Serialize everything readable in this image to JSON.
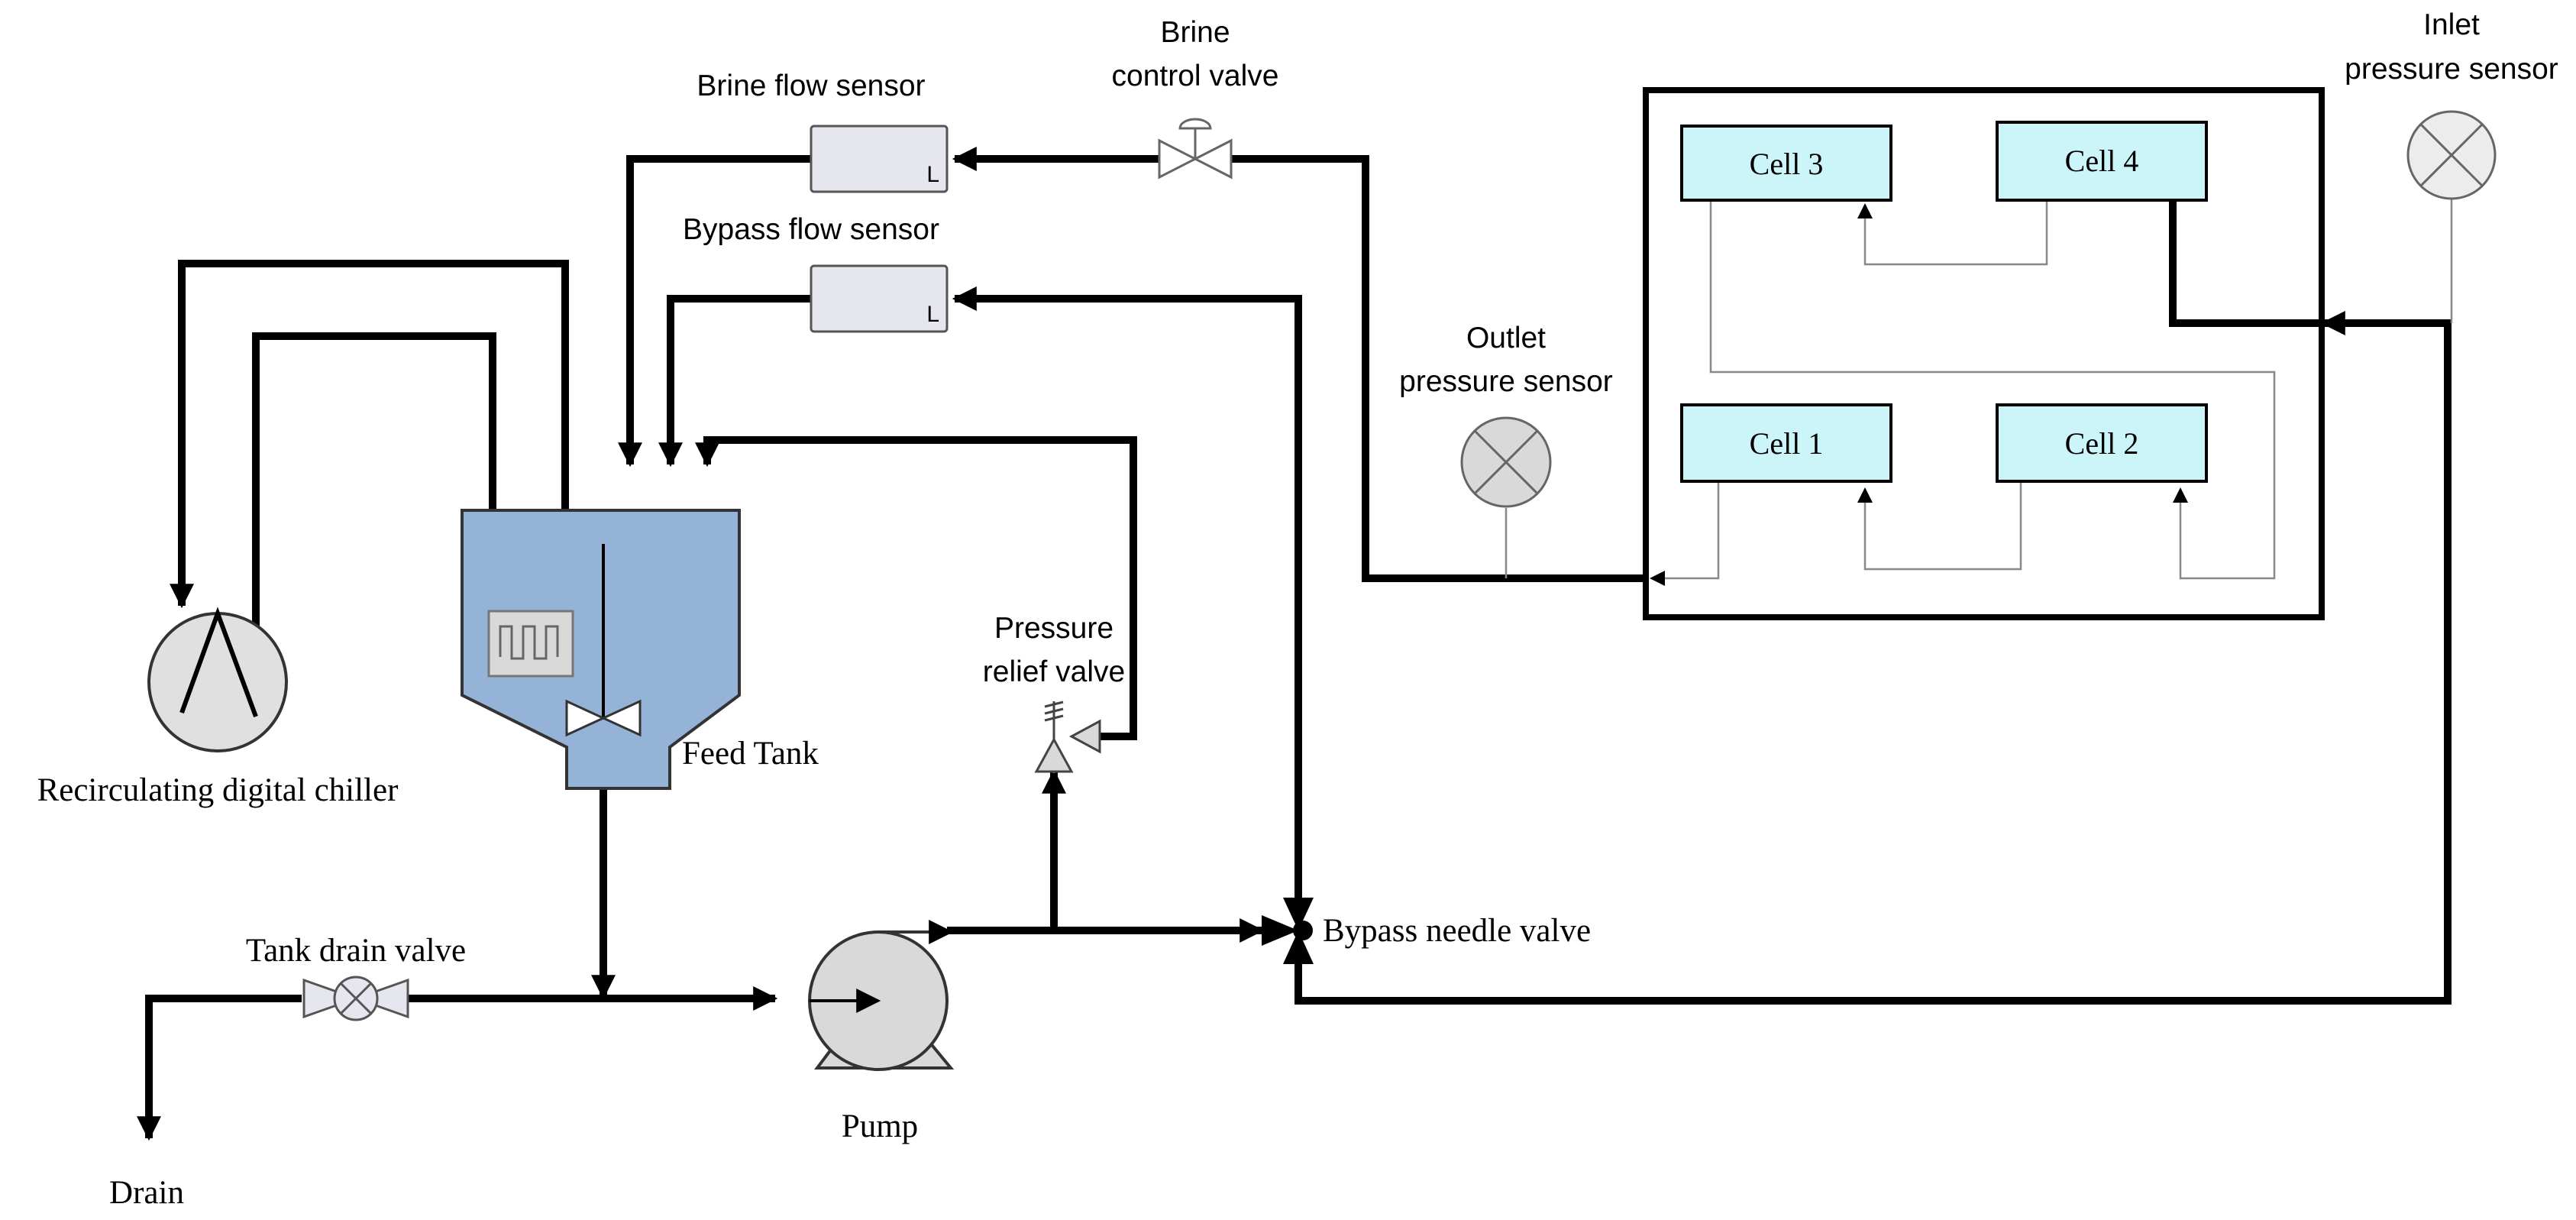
{
  "labels": {
    "brine_flow_sensor": "Brine flow sensor",
    "brine_valve_line1": "Brine",
    "brine_valve_line2": "control valve",
    "bypass_flow_sensor": "Bypass flow sensor",
    "inlet_line1": "Inlet",
    "inlet_line2": "pressure sensor",
    "outlet_line1": "Outlet",
    "outlet_line2": "pressure sensor",
    "relief_line1": "Pressure",
    "relief_line2": "relief valve",
    "chiller": "Recirculating digital chiller",
    "feed_tank": "Feed Tank",
    "tank_drain_valve": "Tank drain valve",
    "bypass_needle_valve": "Bypass needle valve",
    "pump": "Pump",
    "drain": "Drain",
    "flow_sensor_mark": "L"
  },
  "cells": {
    "cell1": "Cell 1",
    "cell2": "Cell 2",
    "cell3": "Cell 3",
    "cell4": "Cell 4"
  },
  "colors": {
    "pipe": "#000000",
    "tank_fill": "#95b3d7",
    "cell_fill": "#ccf5fa",
    "equipment_fill": "#d9d9d9",
    "sensor_fill": "#e6e6ef"
  }
}
